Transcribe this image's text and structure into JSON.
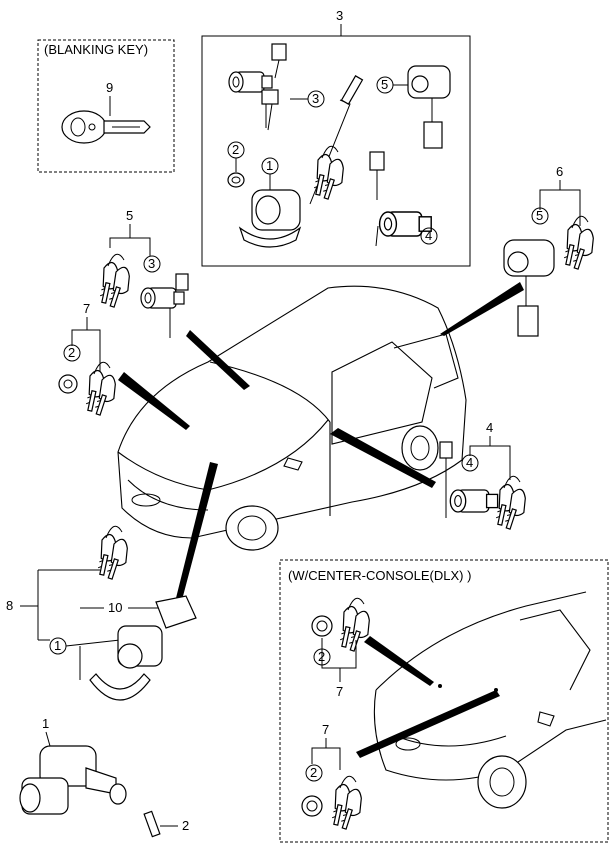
{
  "boxes": {
    "blanking_key_title": "(BLANKING KEY)",
    "center_console_title": "(W/CENTER-CONSOLE(DLX) )"
  },
  "callouts": {
    "c3_top": "3",
    "c9": "9",
    "c5_left": "5",
    "c3_left": "3",
    "c7_left": "7",
    "c2_left": "2",
    "c6": "6",
    "c5_right": "5",
    "c4_right": "4",
    "c4_right_inner": "4",
    "c8": "8",
    "c10": "10",
    "c1_bottom": "1",
    "c1_inner": "1",
    "c2_bottom": "2",
    "c7_console_top": "7",
    "c2_console_top": "2",
    "c7_console_bottom": "7",
    "c2_console_bottom": "2",
    "box3_c3": "3",
    "box3_c5": "5",
    "box3_c2": "2",
    "box3_c1": "1",
    "box3_c4": "4"
  }
}
